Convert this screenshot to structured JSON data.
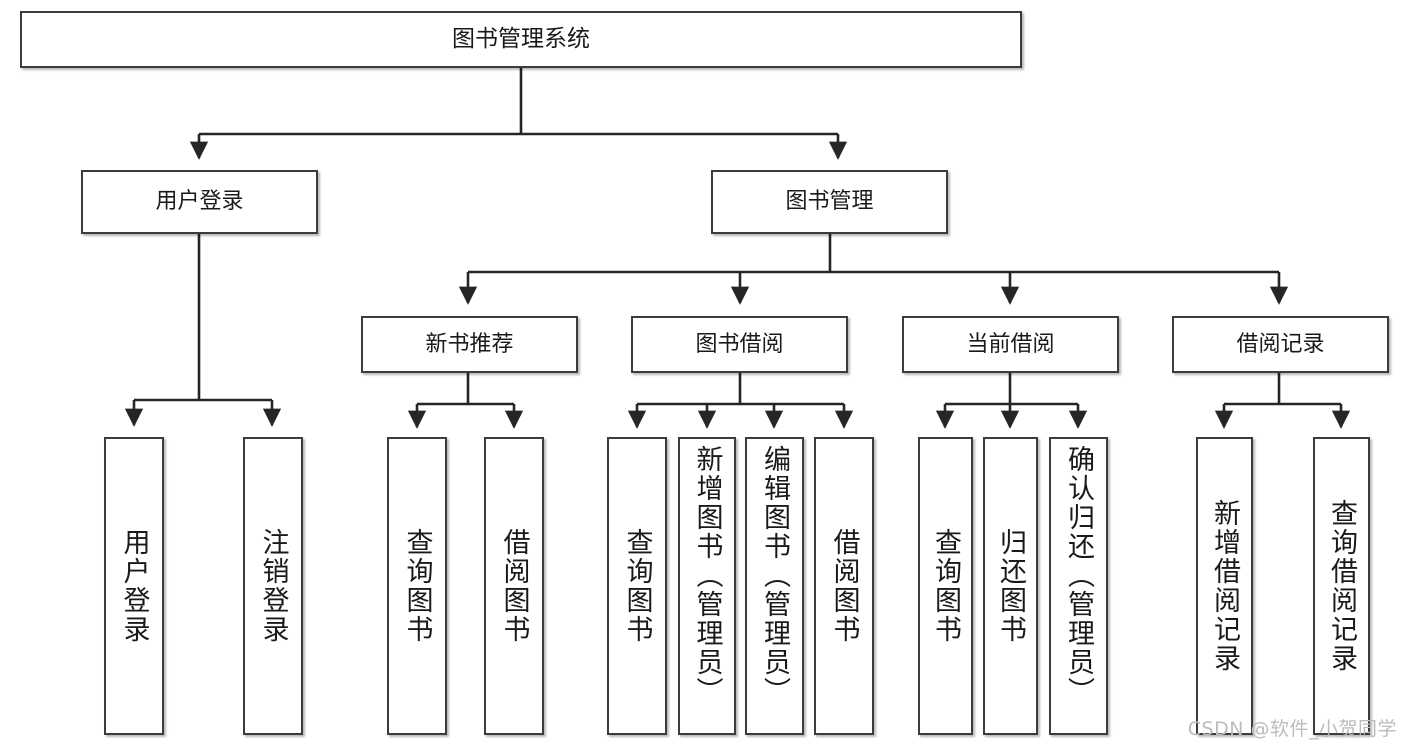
{
  "diagram": {
    "type": "tree-hierarchy",
    "title": "图书管理系统",
    "watermark": "CSDN @软件_小贺同学",
    "colors": {
      "box_border": "#3c3c3c",
      "box_fill": "#ffffff",
      "edge": "#262626",
      "text": "#1a1a1a",
      "watermark": "#bcbcbc"
    }
  },
  "nodes": {
    "root": {
      "label": "图书管理系统",
      "level": 1
    },
    "level2": [
      {
        "id": "user-login",
        "label": "用户登录"
      },
      {
        "id": "book-manage",
        "label": "图书管理"
      }
    ],
    "level3": [
      {
        "id": "new-book-recommend",
        "label": "新书推荐"
      },
      {
        "id": "book-borrow",
        "label": "图书借阅"
      },
      {
        "id": "current-borrow",
        "label": "当前借阅"
      },
      {
        "id": "borrow-record",
        "label": "借阅记录"
      }
    ],
    "leaves": {
      "user-login": [
        {
          "id": "leaf-user-login",
          "label": "用户登录"
        },
        {
          "id": "leaf-logout-login",
          "label": "注销登录"
        }
      ],
      "new-book-recommend": [
        {
          "id": "leaf-query-book-1",
          "label": "查询图书"
        },
        {
          "id": "leaf-borrow-book-1",
          "label": "借阅图书"
        }
      ],
      "book-borrow": [
        {
          "id": "leaf-query-book-2",
          "label": "查询图书"
        },
        {
          "id": "leaf-add-book",
          "label": "新增图书（管理员）"
        },
        {
          "id": "leaf-edit-book",
          "label": "编辑图书（管理员）"
        },
        {
          "id": "leaf-borrow-book-2",
          "label": "借阅图书"
        }
      ],
      "current-borrow": [
        {
          "id": "leaf-query-book-3",
          "label": "查询图书"
        },
        {
          "id": "leaf-return-book",
          "label": "归还图书"
        },
        {
          "id": "leaf-confirm-return",
          "label": "确认归还（管理员）"
        }
      ],
      "borrow-record": [
        {
          "id": "leaf-add-record",
          "label": "新增借阅记录"
        },
        {
          "id": "leaf-query-record",
          "label": "查询借阅记录"
        }
      ]
    }
  }
}
